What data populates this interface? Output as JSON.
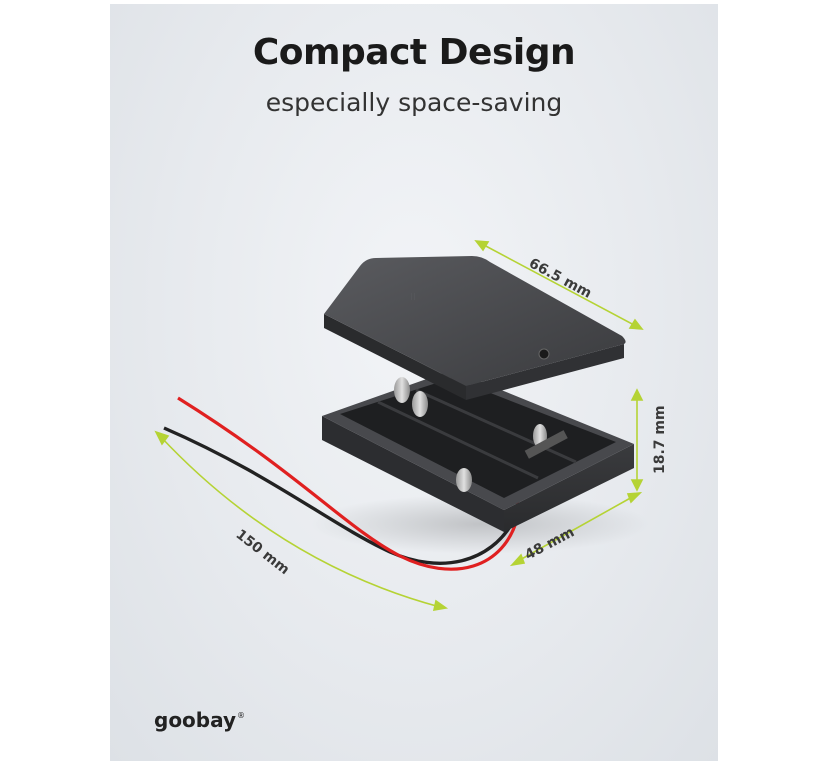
{
  "headline": "Compact Design",
  "subline": "especially space-saving",
  "dimensions": {
    "length": "66.5 mm",
    "height": "18.7 mm",
    "width": "48 mm",
    "cable": "150 mm"
  },
  "colors": {
    "accent": "#b5d334",
    "housing": "#3c3d40",
    "wire_red": "#e02020",
    "wire_black": "#222222"
  },
  "brand": {
    "name": "goobay",
    "reg": "®"
  }
}
